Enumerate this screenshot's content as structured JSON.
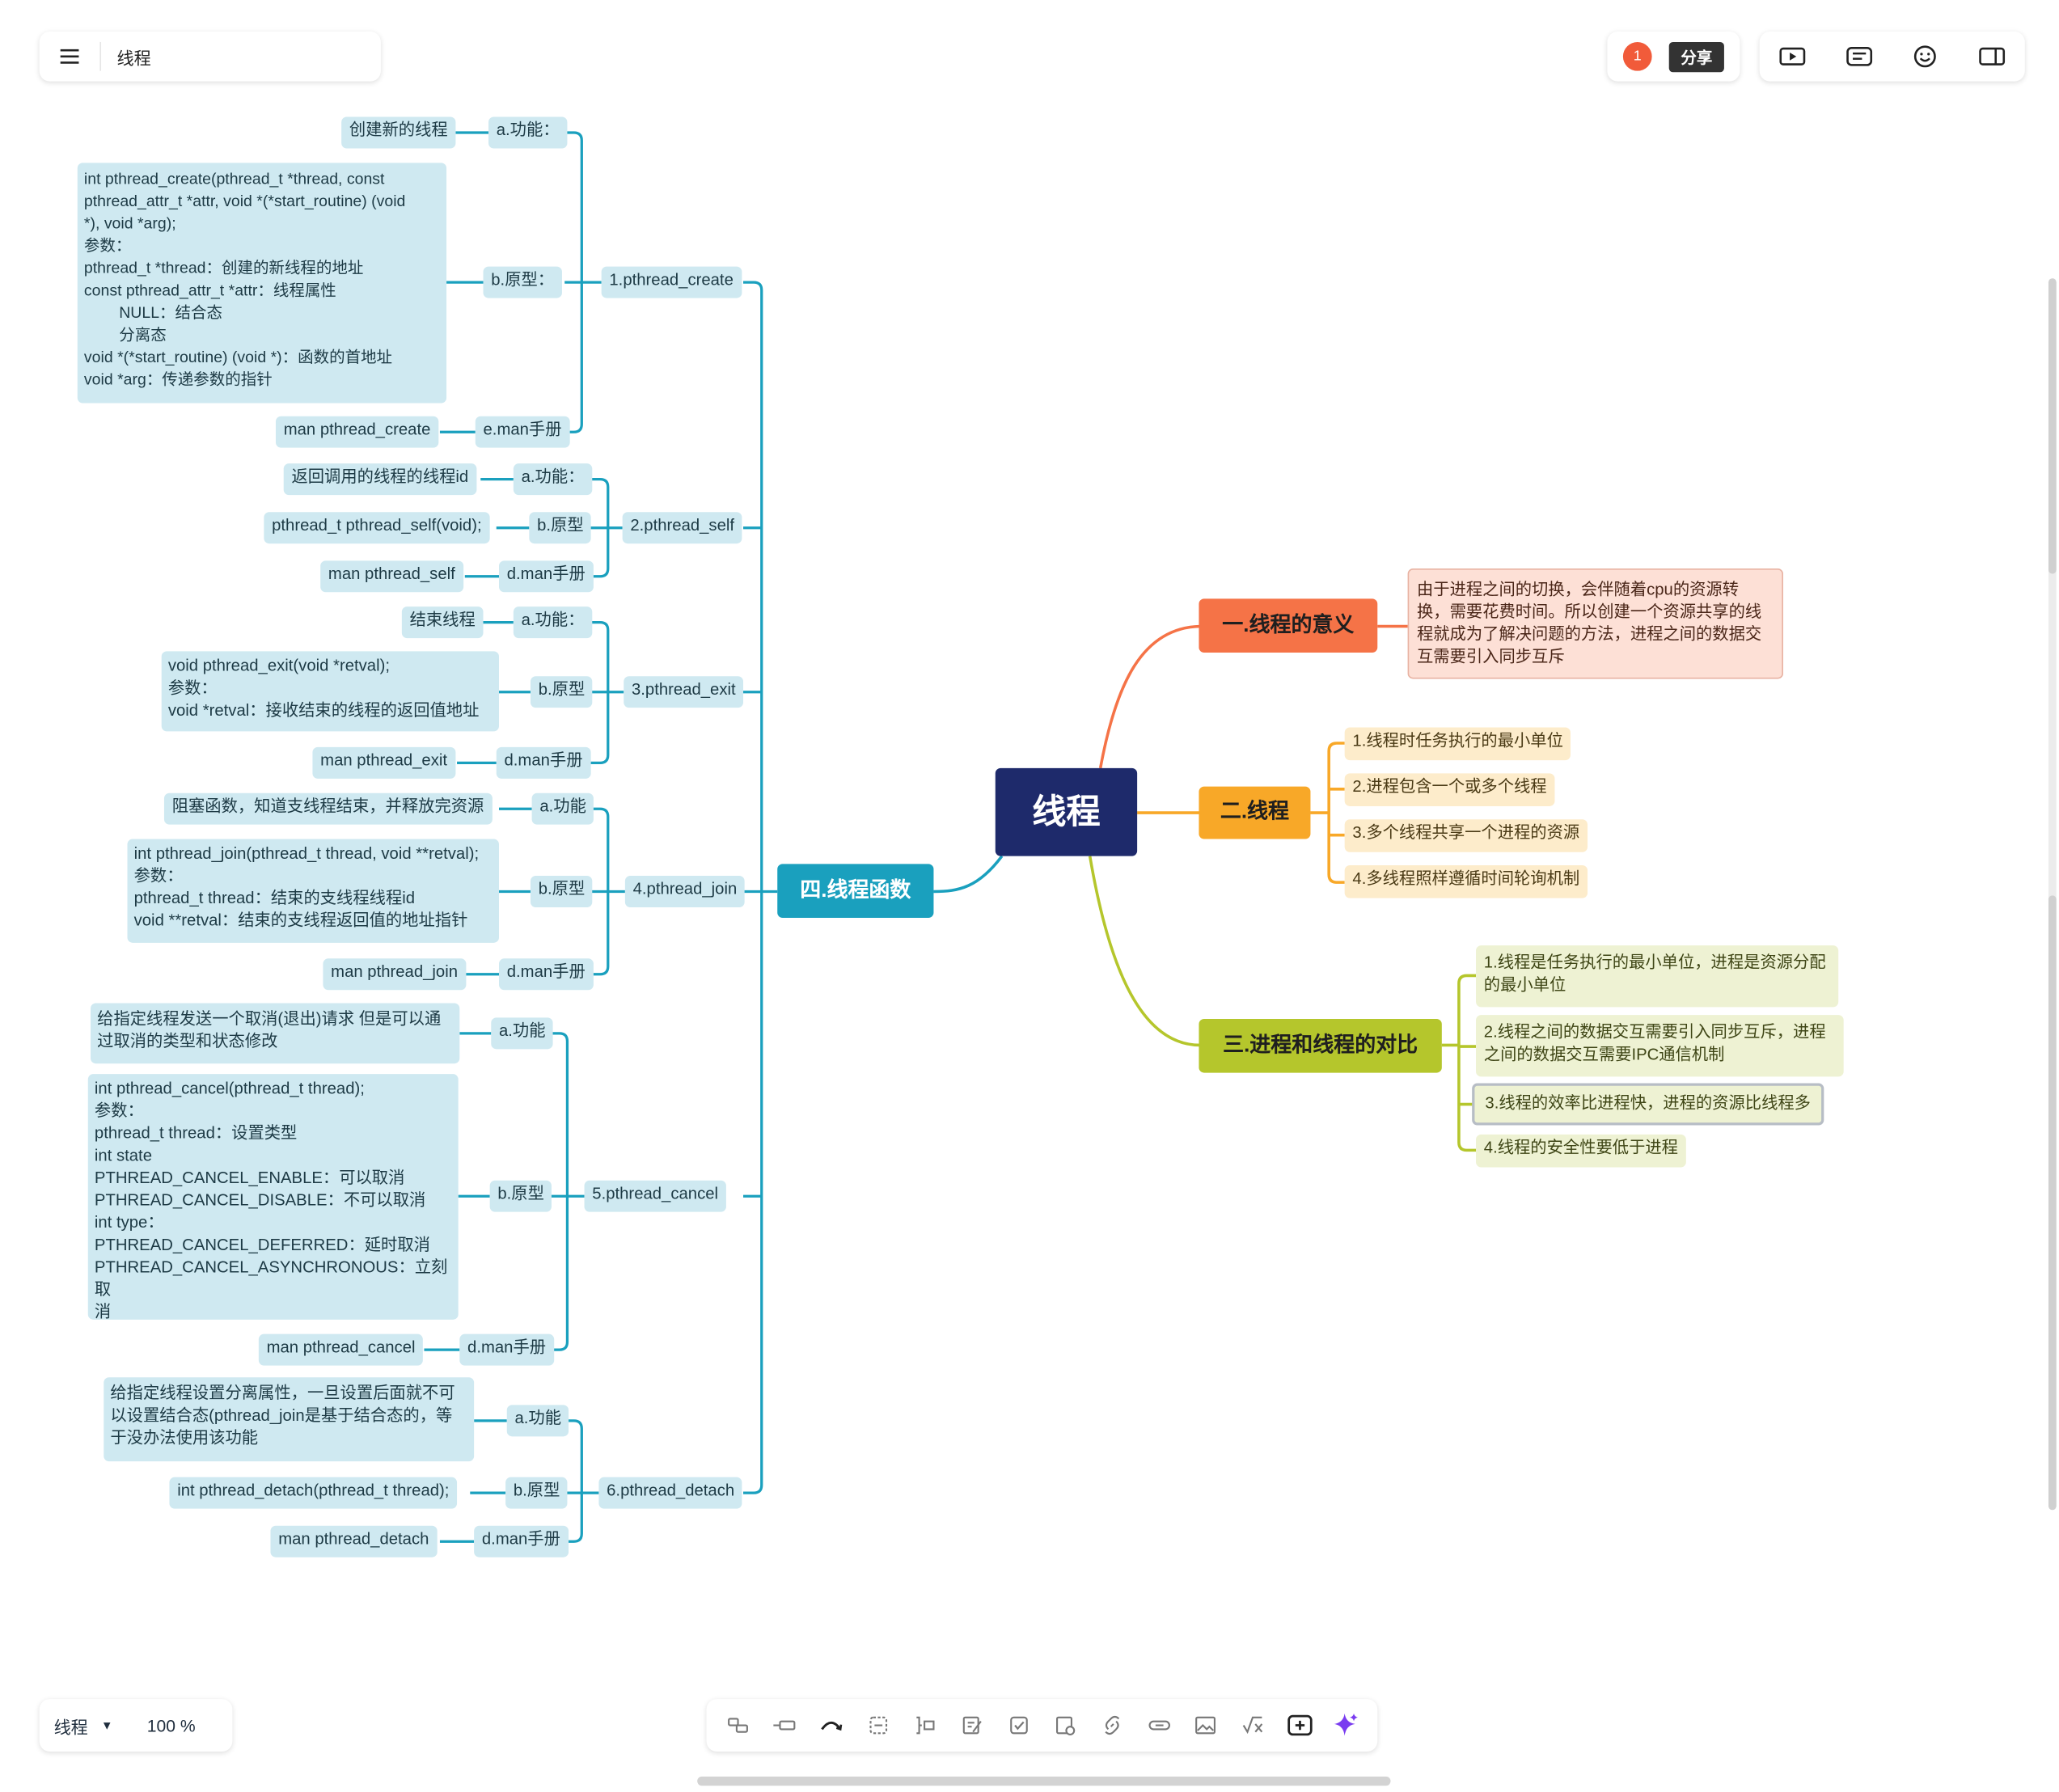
{
  "app": {
    "title": "线程",
    "notification_count": "1",
    "share_label": "分享",
    "sheet_name": "线程",
    "zoom": "100 %"
  },
  "colors": {
    "root": "#1e2a6b",
    "branch_orange": "#f57347",
    "branch_yellow": "#f8a828",
    "branch_lime": "#b5c62c",
    "branch_blue": "#1aa0be"
  },
  "icons": {
    "menu": "menu-icon",
    "presentation": "play-icon",
    "comments": "comment-icon",
    "emoji": "smiley-icon",
    "panel": "sidebar-icon",
    "ai": "sparkle-icon"
  },
  "mindmap": {
    "root": "线程",
    "b1": {
      "title": "一.线程的意义",
      "detail": [
        "由于进程之间的切换，会伴随着cpu的资源转",
        "换，需要花费时间。所以创建一个资源共享的线",
        "程就成为了解决问题的方法，进程之间的数据交",
        "互需要引入同步互斥"
      ]
    },
    "b2": {
      "title": "二.线程",
      "items": [
        "1.线程时任务执行的最小单位",
        "2.进程包含一个或多个线程",
        "3.多个线程共享一个进程的资源",
        "4.多线程照样遵循时间轮询机制"
      ]
    },
    "b3": {
      "title": "三.进程和线程的对比",
      "items": [
        [
          "1.线程是任务执行的最小单位，进程是资源分配",
          "的最小单位"
        ],
        [
          "2.线程之间的数据交互需要引入同步互斥，进程",
          "之间的数据交互需要IPC通信机制"
        ],
        [
          "3.线程的效率比进程快，进程的资源比线程多"
        ],
        [
          "4.线程的安全性要低于进程"
        ]
      ]
    },
    "b4": {
      "title": "四.线程函数",
      "f1": {
        "name": "1.pthread_create",
        "a_label": "a.功能：",
        "a_text": "创建新的线程",
        "b_label": "b.原型：",
        "b_text": [
          "int pthread_create(pthread_t *thread, const",
          "pthread_attr_t *attr, void *(*start_routine) (void",
          "*), void *arg);",
          "参数：",
          "pthread_t *thread：创建的新线程的地址",
          "const pthread_attr_t *attr：线程属性",
          "        NULL：结合态",
          "        分离态",
          "void *(*start_routine) (void *)：函数的首地址",
          "void *arg：传递参数的指针"
        ],
        "e_label": "e.man手册",
        "e_text": "man pthread_create"
      },
      "f2": {
        "name": "2.pthread_self",
        "a_label": "a.功能：",
        "a_text": "返回调用的线程的线程id",
        "b_label": "b.原型",
        "b_text": "pthread_t pthread_self(void);",
        "d_label": "d.man手册",
        "d_text": "man pthread_self"
      },
      "f3": {
        "name": "3.pthread_exit",
        "a_label": "a.功能：",
        "a_text": "结束线程",
        "b_label": "b.原型",
        "b_text": [
          "void pthread_exit(void *retval);",
          "参数：",
          "void *retval：接收结束的线程的返回值地址"
        ],
        "d_label": "d.man手册",
        "d_text": "man pthread_exit"
      },
      "f4": {
        "name": "4.pthread_join",
        "a_label": "a.功能",
        "a_text": "阻塞函数，知道支线程结束，并释放完资源",
        "b_label": "b.原型",
        "b_text": [
          "int pthread_join(pthread_t thread, void **retval);",
          "参数：",
          "pthread_t thread：结束的支线程线程id",
          "void **retval：结束的支线程返回值的地址指针"
        ],
        "d_label": "d.man手册",
        "d_text": "man pthread_join"
      },
      "f5": {
        "name": "5.pthread_cancel",
        "a_label": "a.功能",
        "a_text": [
          "给指定线程发送一个取消(退出)请求 但是可以通",
          "过取消的类型和状态修改"
        ],
        "b_label": "b.原型",
        "b_text": [
          "int pthread_cancel(pthread_t thread);",
          "参数：",
          "pthread_t thread：设置类型",
          "int state",
          "PTHREAD_CANCEL_ENABLE：可以取消",
          "PTHREAD_CANCEL_DISABLE：不可以取消",
          "int type：",
          "PTHREAD_CANCEL_DEFERRED：延时取消",
          "PTHREAD_CANCEL_ASYNCHRONOUS：立刻取",
          "消"
        ],
        "d_label": "d.man手册",
        "d_text": "man pthread_cancel"
      },
      "f6": {
        "name": "6.pthread_detach",
        "a_label": "a.功能",
        "a_text": [
          "给指定线程设置分离属性，一旦设置后面就不可",
          "以设置结合态(pthread_join是基于结合态的，等",
          "于没办法使用该功能"
        ],
        "b_label": "b.原型",
        "b_text": "int pthread_detach(pthread_t thread);",
        "d_label": "d.man手册",
        "d_text": "man pthread_detach"
      }
    }
  }
}
